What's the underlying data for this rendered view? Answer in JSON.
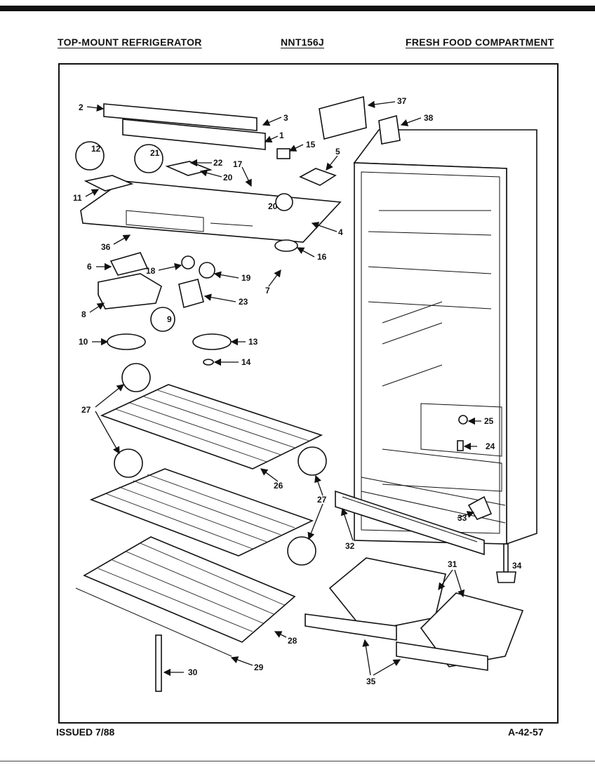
{
  "header": {
    "left": "TOP-MOUNT REFRIGERATOR",
    "model": "NNT156J",
    "section": "FRESH FOOD COMPARTMENT"
  },
  "footer": {
    "issued": "ISSUED 7/88",
    "page_code": "A-42-57"
  },
  "callouts": {
    "c1": "1",
    "c2": "2",
    "c3": "3",
    "c4": "4",
    "c5": "5",
    "c6": "6",
    "c7": "7",
    "c8": "8",
    "c9": "9",
    "c10": "10",
    "c11": "11",
    "c12": "12",
    "c13": "13",
    "c14": "14",
    "c15": "15",
    "c16": "16",
    "c17": "17",
    "c18": "18",
    "c19": "19",
    "c20a": "20",
    "c20b": "20",
    "c21": "21",
    "c22": "22",
    "c23": "23",
    "c24": "24",
    "c25": "25",
    "c26": "26",
    "c27a": "27",
    "c27b": "27",
    "c28": "28",
    "c29": "29",
    "c30": "30",
    "c31": "31",
    "c32": "32",
    "c33": "33",
    "c34": "34",
    "c35": "35",
    "c36": "36",
    "c37": "37",
    "c38": "38"
  }
}
